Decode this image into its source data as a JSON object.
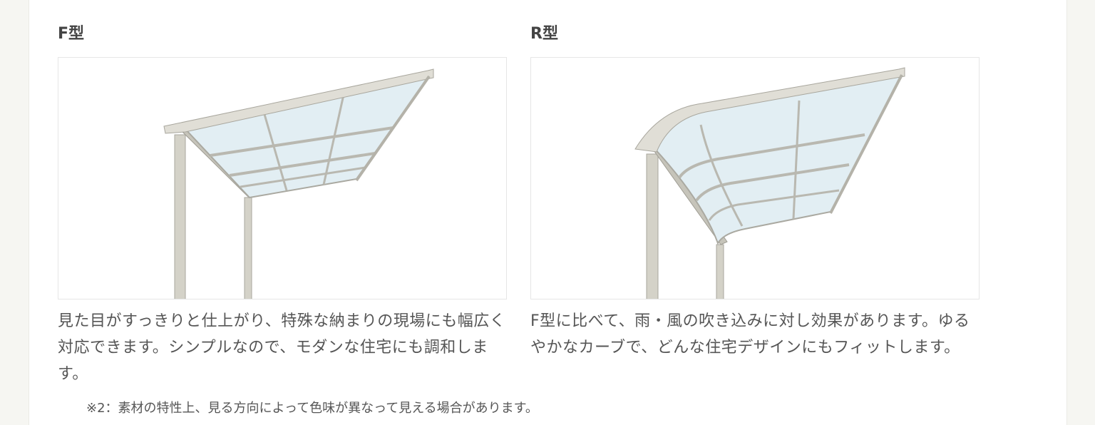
{
  "f_type": {
    "title": "F型",
    "description": "見た目がすっきりと仕上がり、特殊な納まりの現場にも幅広く対応できます。シンプルなので、モダンな住宅にも調和します。"
  },
  "r_type": {
    "title": "R型",
    "description": "F型に比べて、雨・風の吹き込みに対し効果があります。ゆるやかなカーブで、どんな住宅デザインにもフィットします。"
  },
  "note": "※2：素材の特性上、見る方向によって色味が異なって見える場合があります。"
}
